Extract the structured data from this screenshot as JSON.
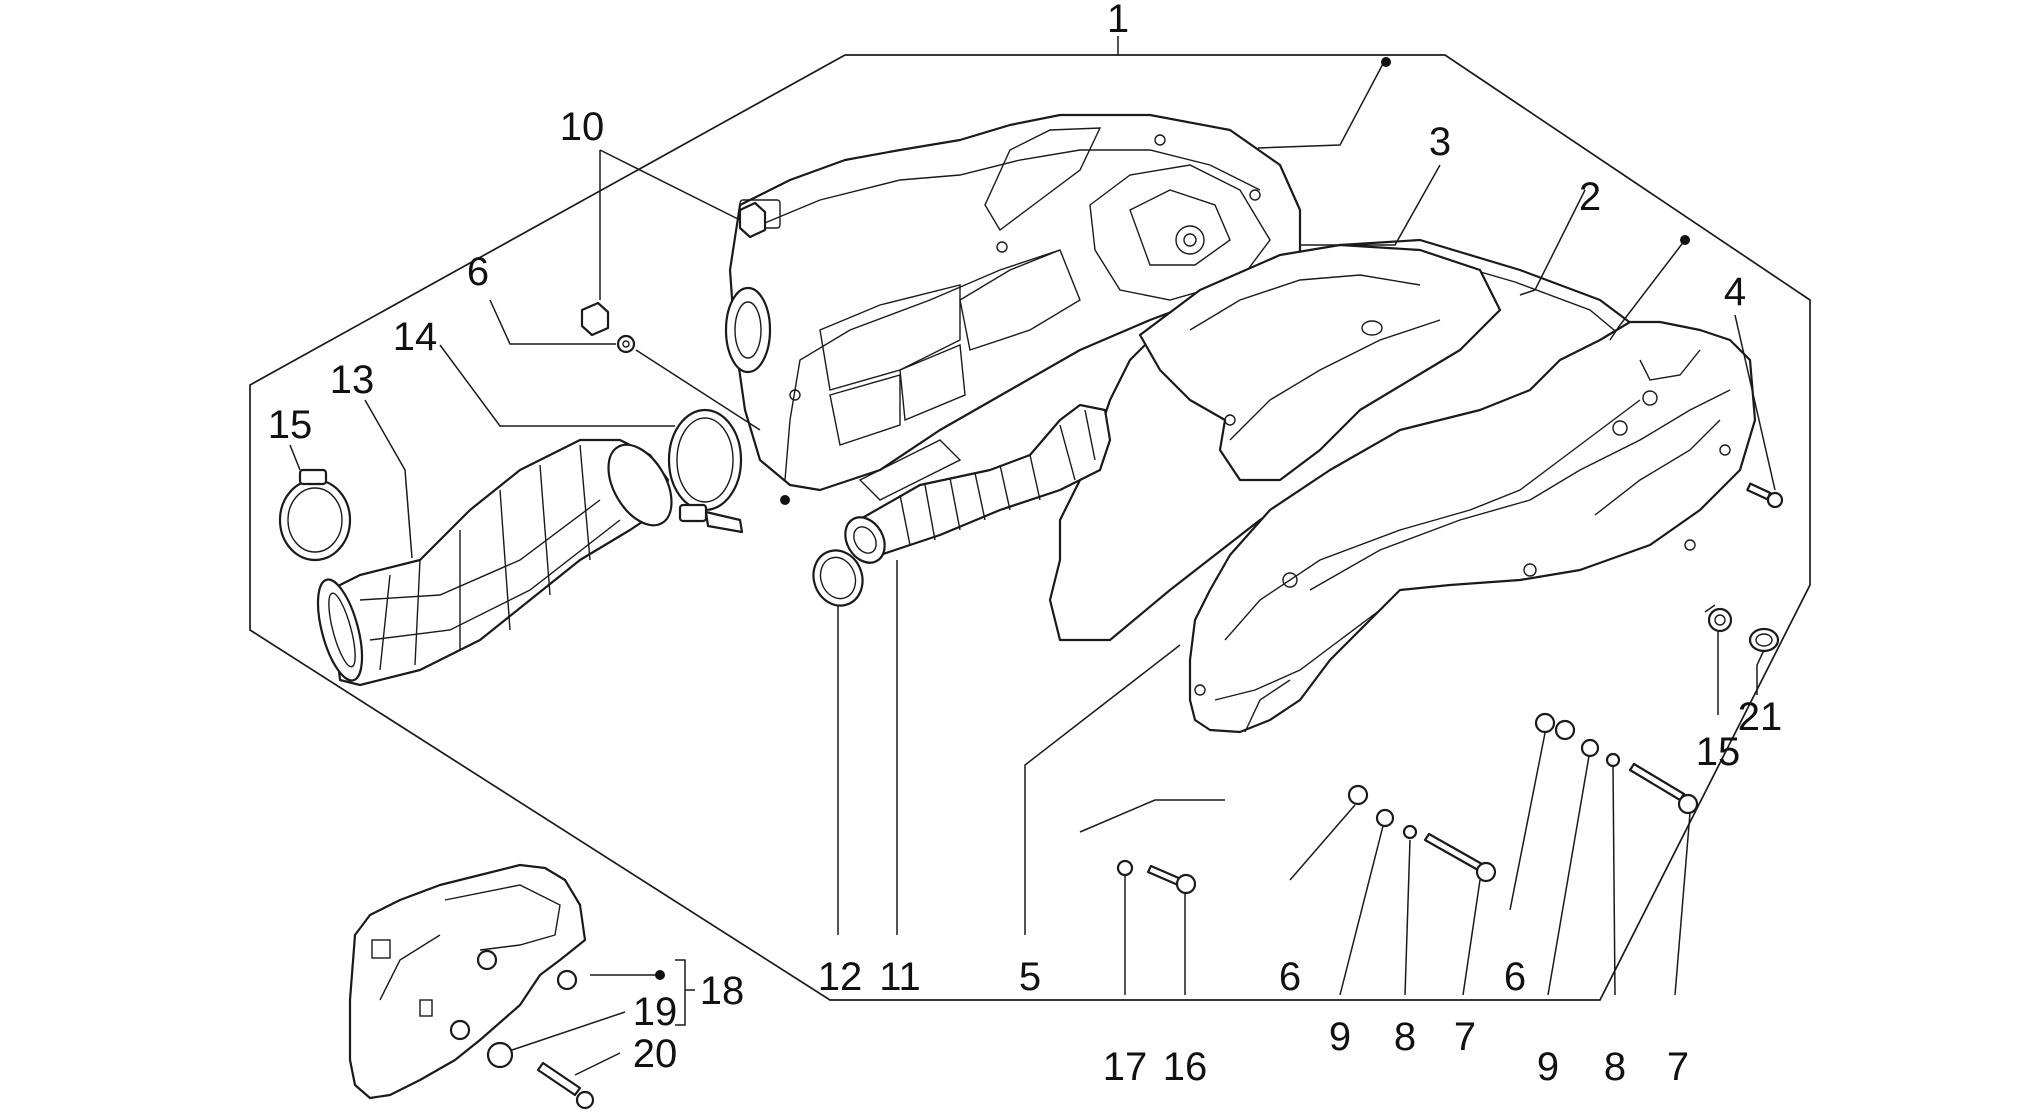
{
  "callouts": {
    "c1": "1",
    "c2": "2",
    "c3": "3",
    "c4": "4",
    "c5": "5",
    "c6a": "6",
    "c6b": "6",
    "c6c": "6",
    "c7a": "7",
    "c7b": "7",
    "c8a": "8",
    "c8b": "8",
    "c9a": "9",
    "c9b": "9",
    "c10": "10",
    "c11": "11",
    "c12": "12",
    "c13": "13",
    "c14": "14",
    "c15a": "15",
    "c15b": "15",
    "c16": "16",
    "c17": "17",
    "c18": "18",
    "c19": "19",
    "c20": "20",
    "c21": "21"
  }
}
